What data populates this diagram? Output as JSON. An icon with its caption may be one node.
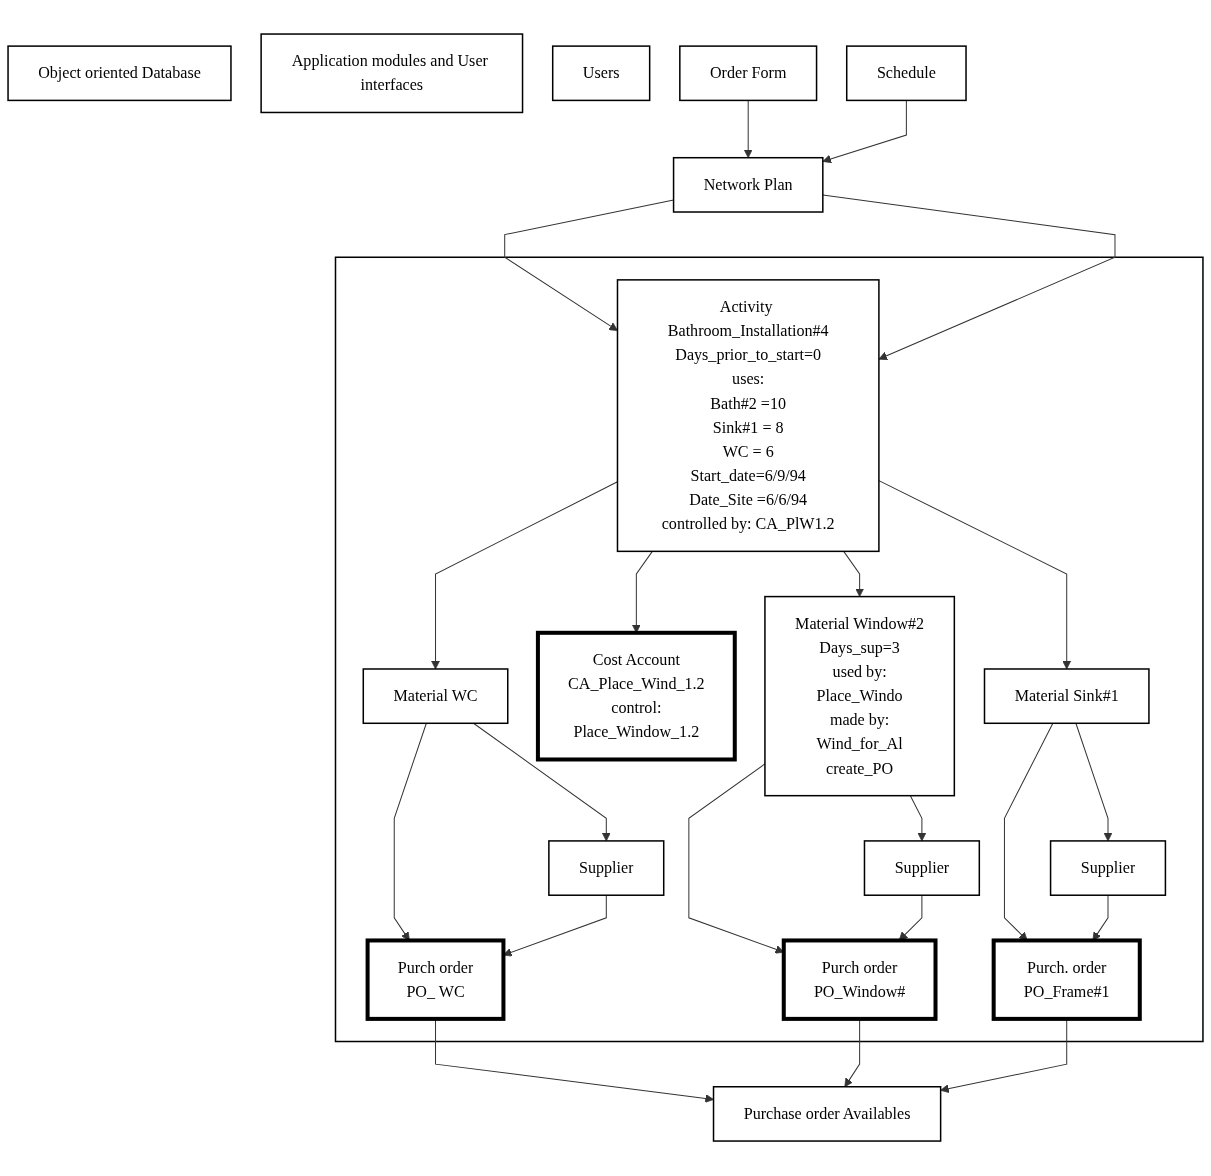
{
  "diagram": {
    "nodes": [
      {
        "text": [
          "Object oriented Database"
        ]
      },
      {
        "text": [
          "Application modules and User interfaces"
        ]
      },
      {
        "text": [
          "Users"
        ]
      },
      {
        "text": [],
        "shape": "box"
      },
      {
        "text": [
          "Activity Bathroom_Installation#4",
          "Days_prior_to_start=0",
          "uses:",
          "Bath#2 =10",
          "Sink#1 = 8",
          "WC = 6",
          "Start_date=6/9/94",
          "Date_Site =6/6/94",
          "controlled by: CA_PlW1.2"
        ],
        "in": 3
      },
      {
        "text": [
          "Network Plan"
        ]
      },
      {
        "text": [
          "Order Form"
        ]
      },
      {
        "text": [
          "Schedule"
        ]
      },
      {
        "text": [
          "Material Window#2",
          "Days_sup=3",
          "used by:",
          "Place_Windo",
          "made by:",
          "Wind_for_Al",
          "create_PO"
        ],
        "in": 3
      },
      {
        "text": [
          "Cost Account",
          "CA_Place_Wind_1.2",
          "control:",
          "Place_Window_1.2"
        ],
        "in": 3
      },
      {
        "text": [
          "Material Sink#1"
        ],
        "in": 3
      },
      {
        "text": [
          "Material WC"
        ],
        "in": 3
      },
      {
        "text": [
          "Supplier"
        ],
        "in": 3
      },
      {
        "text": [
          "Supplier"
        ],
        "in": 3
      },
      {
        "text": [
          "Supplier"
        ],
        "in": 3
      },
      {
        "text": [
          "Purch order",
          "PO_Window#"
        ],
        "in": 3
      },
      {
        "text": [
          "Purch. order",
          "PO_Frame#1"
        ],
        "in": 3
      },
      {
        "text": [
          "Purch order",
          "PO_ WC"
        ],
        "in": 3
      },
      {
        "text": [
          "Purchase order Availables"
        ]
      }
    ],
    "edges": [
      {
        "from": 5,
        "to": 4,
        "arrow": "to"
      },
      {
        "from": 5,
        "to": 4,
        "arrow": "to"
      },
      {
        "from": 6,
        "to": 5,
        "arrow": "to"
      },
      {
        "from": 7,
        "to": 5,
        "arrow": "to"
      },
      {
        "from": 4,
        "to": 8,
        "arrow": "to"
      },
      {
        "from": 4,
        "to": 10,
        "arrow": "to"
      },
      {
        "from": 4,
        "to": 9,
        "arrow": "to"
      },
      {
        "from": 4,
        "to": 11,
        "arrow": "to"
      },
      {
        "from": 8,
        "to": 12,
        "arrow": "to"
      },
      {
        "from": 8,
        "to": 15,
        "arrow": "to"
      },
      {
        "from": 10,
        "to": 13,
        "arrow": "to"
      },
      {
        "from": 10,
        "to": 16,
        "arrow": "to"
      },
      {
        "from": 11,
        "to": 14,
        "arrow": "to"
      },
      {
        "from": 11,
        "to": 17,
        "arrow": "to"
      },
      {
        "from": 12,
        "to": 15,
        "arrow": "to"
      },
      {
        "from": 13,
        "to": 16,
        "arrow": "to"
      },
      {
        "from": 14,
        "to": 17,
        "arrow": "to"
      },
      {
        "from": 17,
        "to": 18,
        "arrow": "to"
      },
      {
        "from": 15,
        "to": 18,
        "arrow": "to"
      },
      {
        "from": 16,
        "to": 18,
        "arrow": "to"
      }
    ]
  }
}
